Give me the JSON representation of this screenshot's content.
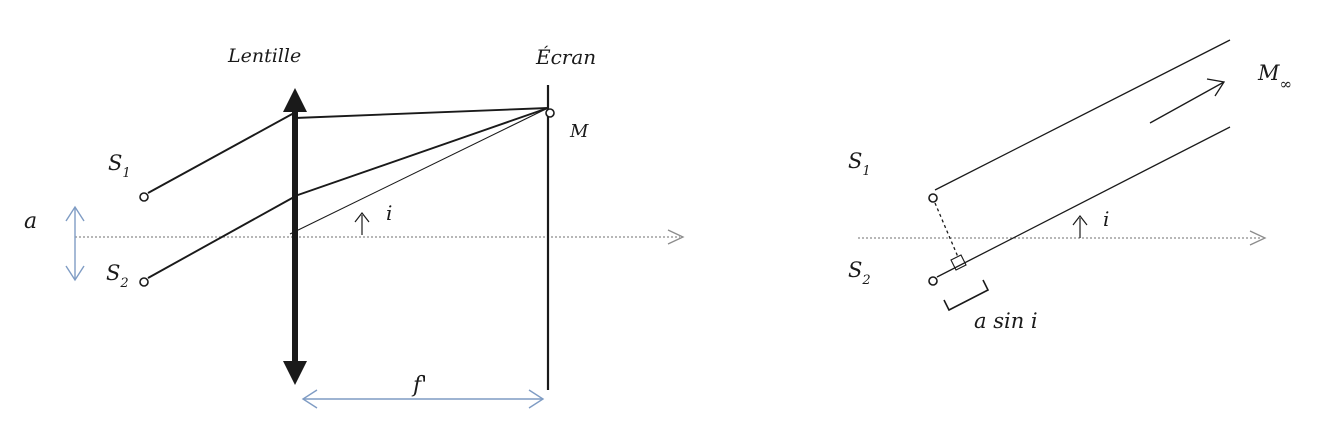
{
  "left_figure": {
    "lens_label": "Lentille",
    "screen_label": "Écran",
    "point_label": "M",
    "source1_label": "S",
    "source1_sub": "1",
    "source2_label": "S",
    "source2_sub": "2",
    "separation_label": "a",
    "angle_label": "i",
    "focal_label": "f'"
  },
  "right_figure": {
    "infinity_label": "M",
    "infinity_sub": "∞",
    "source1_label": "S",
    "source1_sub": "1",
    "source2_label": "S",
    "source2_sub": "2",
    "angle_label": "i",
    "path_difference_label": "a sin i"
  },
  "colors": {
    "ink": "#1a1a1a",
    "dimension_arrows": "#7f9cc4",
    "axis": "#8c8c8c"
  }
}
